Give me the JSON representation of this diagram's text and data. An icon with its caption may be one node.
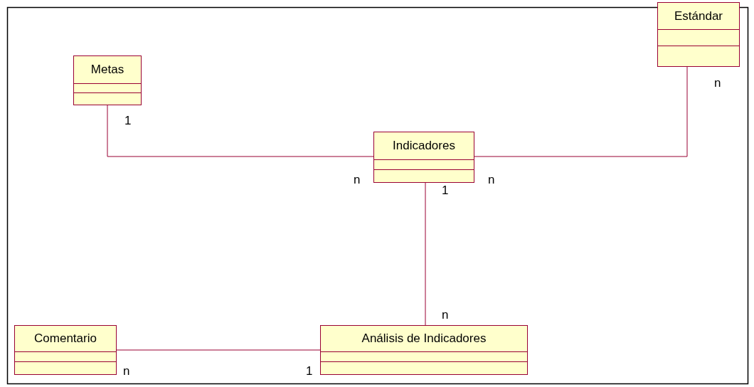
{
  "diagram": {
    "nodes": [
      {
        "text": [
          "Estándar"
        ]
      },
      {
        "text": [
          "Metas"
        ]
      },
      {
        "text": [
          "Indicadores"
        ]
      },
      {
        "text": [
          "Comentario"
        ]
      },
      {
        "text": [
          "Análisis de Indicadores"
        ]
      }
    ],
    "edges": [
      {
        "from": 1,
        "to": 2,
        "arrow": "none"
      },
      {
        "from": 0,
        "to": 2,
        "arrow": "none"
      },
      {
        "from": 2,
        "to": 4,
        "arrow": "none"
      },
      {
        "from": 3,
        "to": 4,
        "arrow": "none"
      }
    ],
    "labels": [
      "n",
      "1",
      "n",
      "n",
      "1",
      "n",
      "n",
      "1"
    ]
  }
}
